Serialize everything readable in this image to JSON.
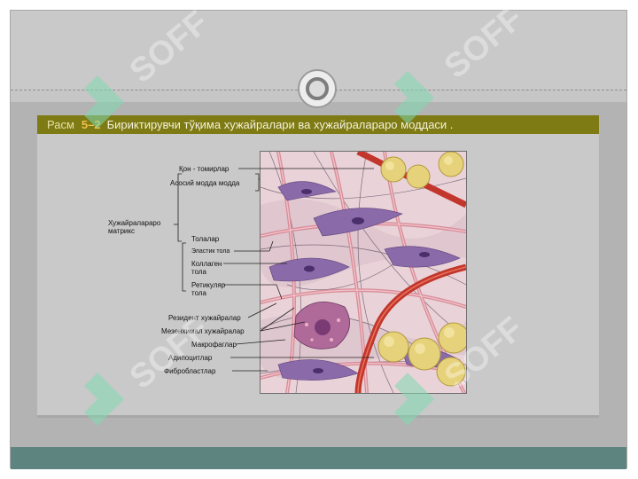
{
  "slide": {
    "title_prefix": "Расм",
    "title_number": "5–2",
    "title_text": "Бириктирувчи тўқима хужайралари  ва хужайралараро моддаси ."
  },
  "labels": {
    "blood_vessels": "Қон - томирлар",
    "ground_substance": "Асосий модда модда",
    "intercellular_matrix_line1": "Хужайралараро",
    "intercellular_matrix_line2": "матрикс",
    "fibers": "Толалар",
    "elastic_fiber": "Эластик тола",
    "collagen_fiber_line1": "Коллаген",
    "collagen_fiber_line2": "тола",
    "reticular_fiber_line1": "Ретикуляр",
    "reticular_fiber_line2": "тола",
    "resident_cells": "Резидент хужайралар",
    "mesenchymal_cells": "Мезенхимал хужайралар",
    "macrophages": "Макрофаглар",
    "adipocytes": "Адипоцитлар",
    "fibroblasts": "Фибробластлар"
  },
  "watermark": {
    "text": "SOFF"
  },
  "colors": {
    "title_bar": "#7f7b14",
    "title_number": "#f0c14a",
    "bottom_bar": "#5e8480",
    "watermark": "#7fd9b0"
  }
}
